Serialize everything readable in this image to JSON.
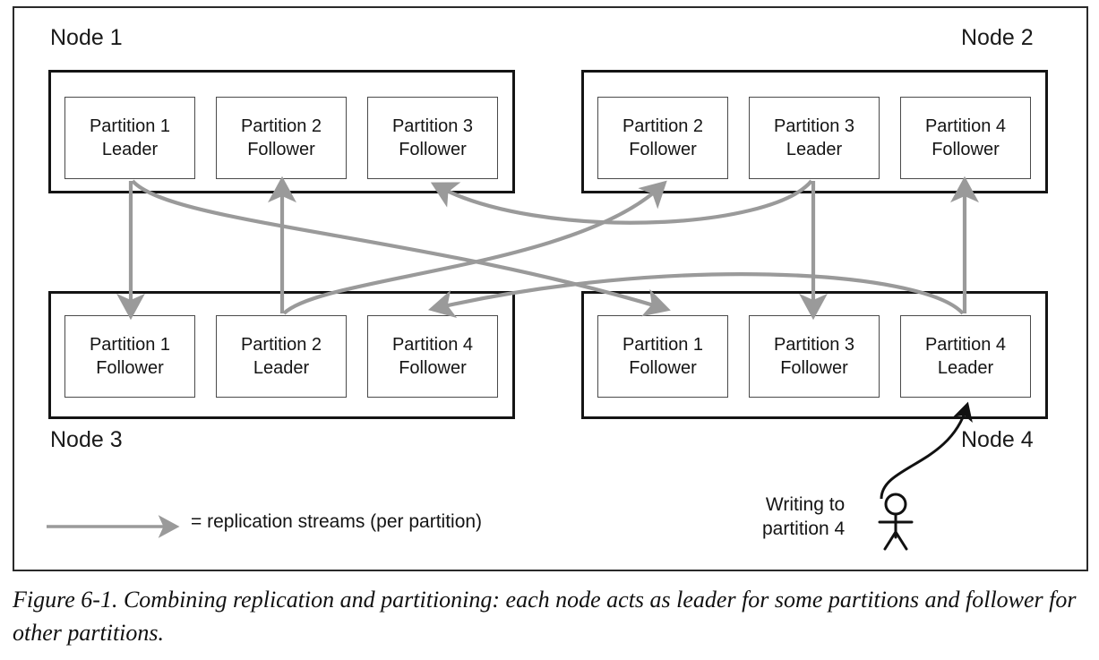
{
  "figure": {
    "caption": "Figure 6-1. Combining replication and partitioning: each node acts as leader for some partitions and follower for other partitions.",
    "accent_color": "#9a9a9a",
    "border_color": "#141414"
  },
  "nodes": [
    {
      "id": "node-1",
      "label": "Node 1",
      "partitions": [
        {
          "name": "Partition 1",
          "role": "Leader"
        },
        {
          "name": "Partition 2",
          "role": "Follower"
        },
        {
          "name": "Partition 3",
          "role": "Follower"
        }
      ]
    },
    {
      "id": "node-2",
      "label": "Node 2",
      "partitions": [
        {
          "name": "Partition 2",
          "role": "Follower"
        },
        {
          "name": "Partition 3",
          "role": "Leader"
        },
        {
          "name": "Partition 4",
          "role": "Follower"
        }
      ]
    },
    {
      "id": "node-3",
      "label": "Node 3",
      "partitions": [
        {
          "name": "Partition 1",
          "role": "Follower"
        },
        {
          "name": "Partition 2",
          "role": "Leader"
        },
        {
          "name": "Partition 4",
          "role": "Follower"
        }
      ]
    },
    {
      "id": "node-4",
      "label": "Node 4",
      "partitions": [
        {
          "name": "Partition 1",
          "role": "Follower"
        },
        {
          "name": "Partition 3",
          "role": "Follower"
        },
        {
          "name": "Partition 4",
          "role": "Leader"
        }
      ]
    }
  ],
  "legend": {
    "text": "= replication streams (per partition)",
    "icon": "arrow-right-icon"
  },
  "writer": {
    "line1": "Writing to",
    "line2": "partition 4",
    "icon": "stick-figure-user-icon"
  }
}
